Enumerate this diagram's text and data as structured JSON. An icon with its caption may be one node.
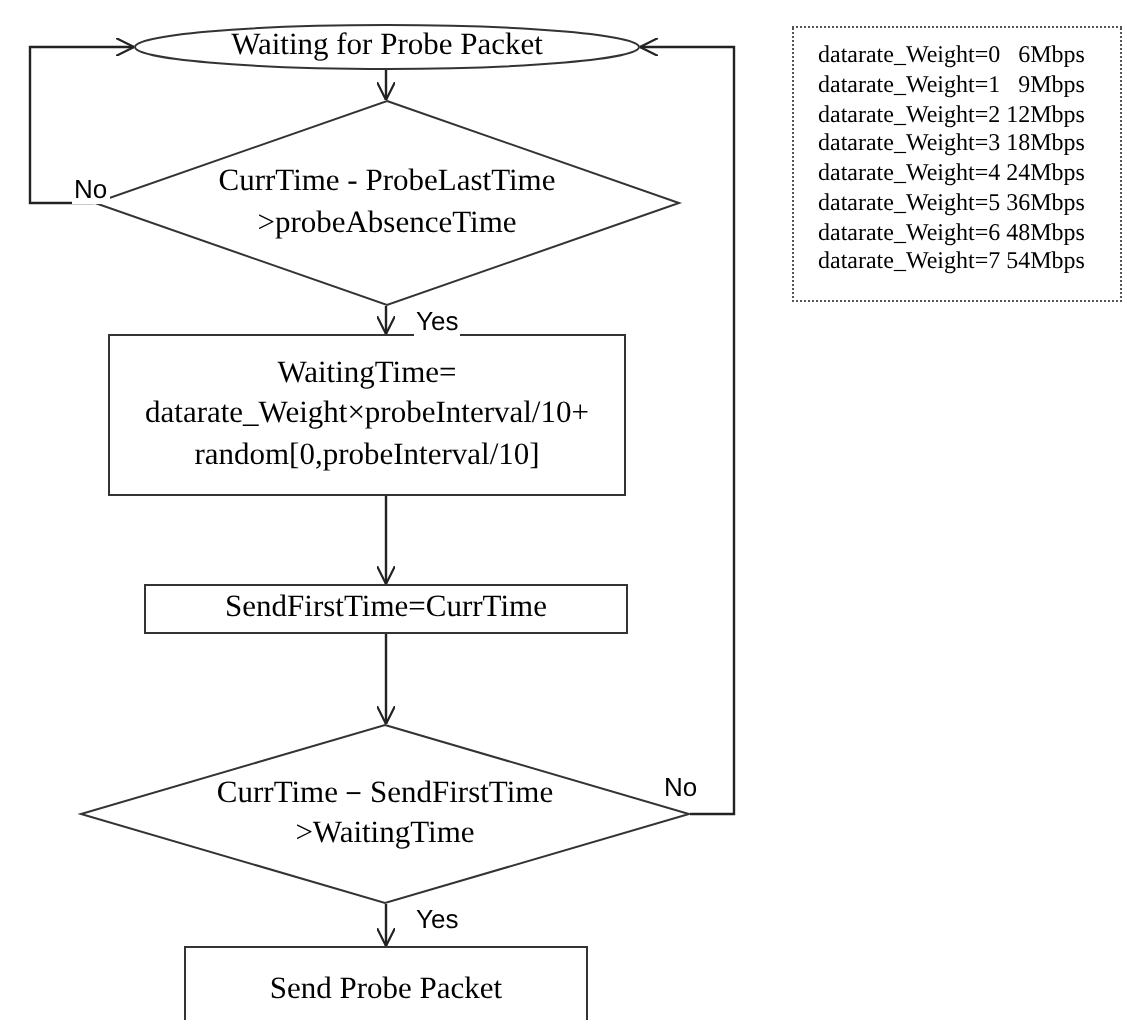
{
  "diagram": {
    "nodes": [
      {
        "text": [
          "Waiting for Probe Packet"
        ]
      },
      {
        "text": [
          "CurrTime - ProbeLastTime >probeAbsenceTime"
        ]
      },
      {
        "text": [
          "WaitingTime= datarate_Weight×probeInterval/10+ random[0,probeInterval/10]"
        ]
      },
      {
        "text": [
          "SendFirstTime=CurrTime"
        ]
      },
      {
        "text": [
          "CurrTime－SendFirstTime >WaitingTime"
        ]
      },
      {
        "text": [
          "Send Probe Packet"
        ]
      },
      {
        "text": [
          "datarate_Weight=0   6Mbps",
          "datarate_Weight=1   9Mbps",
          "datarate_Weight=2 12Mbps",
          "datarate_Weight=3 18Mbps",
          "datarate_Weight=4 24Mbps",
          "datarate_Weight=5 36Mbps",
          "datarate_Weight=6 48Mbps",
          "datarate_Weight=7 54Mbps"
        ]
      }
    ],
    "edges": [
      {
        "from": 0,
        "to": 1,
        "arrow": "to"
      },
      {
        "from": 1,
        "to": 0,
        "arrow": "to",
        "label": "No"
      },
      {
        "from": 1,
        "to": 2,
        "arrow": "to",
        "label": "Yes"
      },
      {
        "from": 2,
        "to": 3,
        "arrow": "to"
      },
      {
        "from": 3,
        "to": 4,
        "arrow": "to"
      },
      {
        "from": 4,
        "to": 0,
        "arrow": "to",
        "label": "No"
      },
      {
        "from": 4,
        "to": 5,
        "arrow": "to",
        "label": "Yes"
      }
    ]
  }
}
